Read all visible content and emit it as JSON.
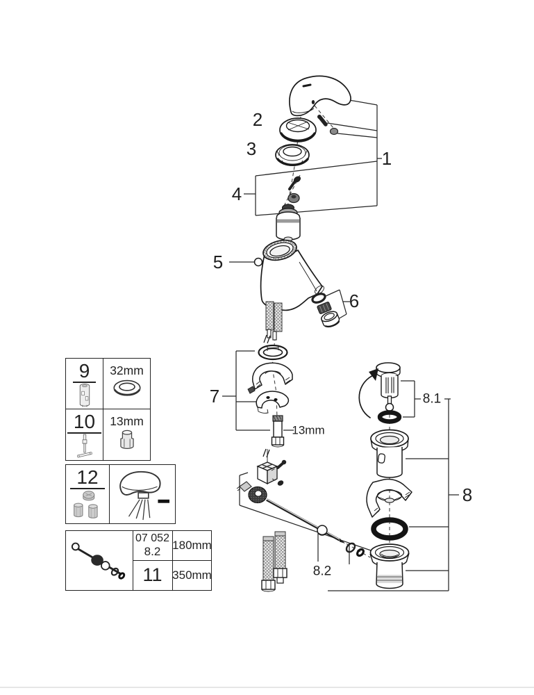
{
  "callouts": {
    "c1": "1",
    "c2": "2",
    "c3": "3",
    "c4": "4",
    "c5": "5",
    "c6": "6",
    "c7": "7",
    "c8": "8",
    "c8_1": "8.1",
    "c8_2": "8.2",
    "stud_size": "13mm"
  },
  "tool_legend": {
    "rows": [
      {
        "number": "9",
        "size": "32mm",
        "tool_icon": "mounting-socket-tool",
        "part_icon": "ring-nut"
      },
      {
        "number": "10",
        "size": "13mm",
        "tool_icon": "t-socket-wrench-tool",
        "part_icon": "hex-socket-nut"
      }
    ]
  },
  "aerator_legend": {
    "number": "12",
    "parts_icon": "aerator-insert-parts",
    "usage_icon": "spout-spray-with-flow-regulator"
  },
  "rod_table": {
    "code": "07 052",
    "item_icon": "pop-up-rod-assembly",
    "rows": [
      {
        "ref": "8.2",
        "length": "180mm"
      },
      {
        "ref": "11",
        "length": "350mm"
      }
    ]
  },
  "colors": {
    "line": "#1a1a1a",
    "text": "#222222",
    "background": "#ffffff"
  }
}
